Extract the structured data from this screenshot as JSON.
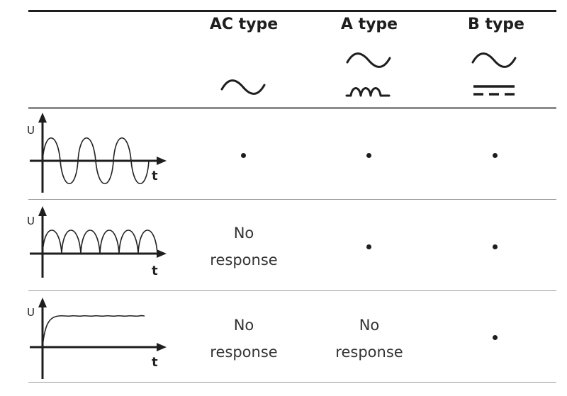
{
  "header": {
    "columns": [
      {
        "label": "AC type",
        "symbols": [
          "sine-wave-icon"
        ]
      },
      {
        "label": "A type",
        "symbols": [
          "sine-wave-icon",
          "pulsating-dc-icon"
        ]
      },
      {
        "label": "B type",
        "symbols": [
          "sine-wave-icon",
          "smooth-dc-icon"
        ]
      }
    ]
  },
  "rows": [
    {
      "waveform": "ac-sine-waveform",
      "axis_y": "U",
      "axis_x": "t",
      "cells": [
        "•",
        "•",
        "•"
      ]
    },
    {
      "waveform": "pulsating-dc-waveform",
      "axis_y": "U",
      "axis_x": "t",
      "cells": [
        "No response",
        "•",
        "•"
      ]
    },
    {
      "waveform": "smooth-dc-waveform",
      "axis_y": "U",
      "axis_x": "t",
      "cells": [
        "No response",
        "No response",
        "•"
      ]
    }
  ],
  "colors": {
    "ink": "#1e1e1e",
    "divider": "#9a9a9a"
  }
}
